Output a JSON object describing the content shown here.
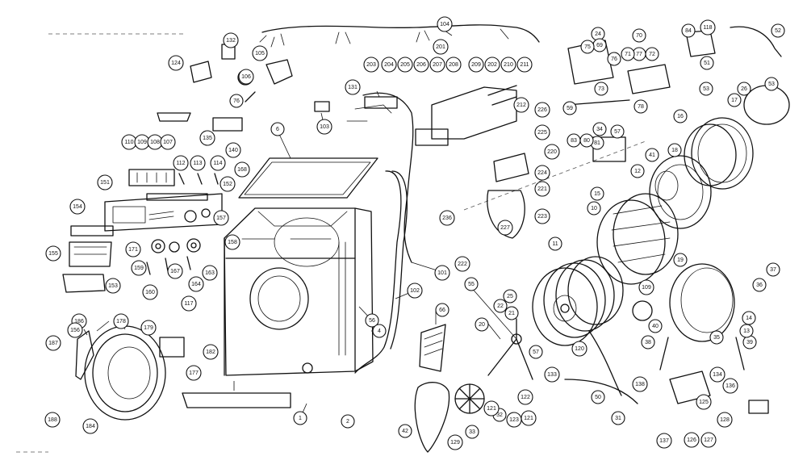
{
  "diagram": {
    "labels": [
      "132",
      "105",
      "124",
      "76",
      "106",
      "135",
      "140",
      "110",
      "109",
      "108",
      "107",
      "112",
      "113",
      "114",
      "152",
      "168",
      "151",
      "154",
      "157",
      "6",
      "171",
      "155",
      "153",
      "159",
      "160",
      "167",
      "164",
      "163",
      "158",
      "117",
      "182",
      "187",
      "186",
      "188",
      "178",
      "179",
      "177",
      "156",
      "184",
      "104",
      "103",
      "131",
      "101",
      "203",
      "204",
      "205",
      "206",
      "207",
      "208",
      "209",
      "202",
      "210",
      "211",
      "201",
      "212",
      "226",
      "225",
      "220",
      "224",
      "221",
      "223",
      "227",
      "222",
      "236",
      "102",
      "56",
      "4",
      "1",
      "2",
      "66",
      "42",
      "129",
      "33",
      "32",
      "123",
      "121",
      "122",
      "133",
      "120",
      "57",
      "50",
      "31",
      "55",
      "25",
      "22",
      "20",
      "21",
      "24",
      "70",
      "69",
      "75",
      "76",
      "77",
      "72",
      "71",
      "73",
      "59",
      "78",
      "57",
      "34",
      "81",
      "80",
      "83",
      "84",
      "118",
      "52",
      "51",
      "53",
      "53",
      "26",
      "17",
      "16",
      "18",
      "41",
      "12",
      "15",
      "10",
      "11",
      "19",
      "109",
      "40",
      "38",
      "39",
      "35",
      "36",
      "37",
      "14",
      "13",
      "138",
      "125",
      "126",
      "127",
      "128",
      "137",
      "136",
      "134",
      "121"
    ]
  }
}
